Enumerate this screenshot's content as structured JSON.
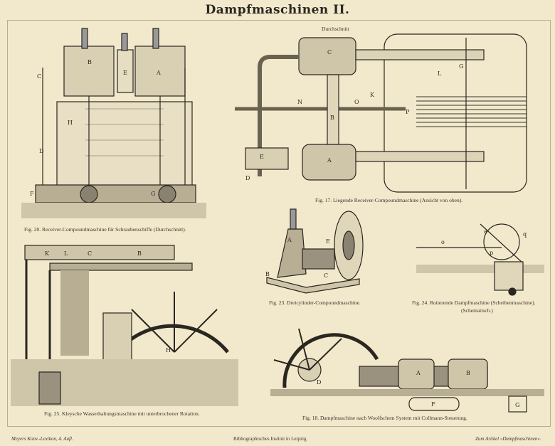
{
  "plate": {
    "title": "Dampfmaschinen II.",
    "footer_left": "Meyers Konv.-Lexikon, 4. Aufl.",
    "footer_center": "Bibliographisches Institut in Leipzig.",
    "footer_right": "Zum Artikel »Dampfmaschinen«."
  },
  "figures": [
    {
      "id": "fig20",
      "caption": "Fig. 20. Receiver-Compoundmaschine für Schraubenschiffe (Durchschnitt).",
      "labels": [
        "B",
        "E",
        "A",
        "C",
        "H",
        "D",
        "F",
        "G"
      ]
    },
    {
      "id": "fig17",
      "caption": "Fig. 17. Liegende Receiver-Compoundmaschine (Ansicht von oben).",
      "heading": "Durchschnitt",
      "labels": [
        "C",
        "L",
        "G",
        "N",
        "O",
        "B",
        "K",
        "A",
        "E",
        "D",
        "P"
      ]
    },
    {
      "id": "fig23",
      "caption": "Fig. 23. Dreicylinder-Compoundmaschine.",
      "labels": [
        "A",
        "E",
        "B",
        "C"
      ]
    },
    {
      "id": "fig24",
      "caption": "Fig. 24. Rotierende Dampfmaschine (Scheibenmaschine).",
      "caption2": "(Schematisch.)",
      "labels": [
        "a",
        "p",
        "q",
        "o"
      ]
    },
    {
      "id": "fig25",
      "caption": "Fig. 25. Kleysche Wasserhaltungsmaschine mit unterbrochener Rotation.",
      "labels": [
        "K",
        "L",
        "C",
        "B",
        "H"
      ]
    },
    {
      "id": "fig18",
      "caption": "Fig. 18. Dampfmaschine nach Woolfschem System mit Collmann-Steuerung.",
      "labels": [
        "D",
        "A",
        "B",
        "F",
        "G"
      ]
    }
  ]
}
